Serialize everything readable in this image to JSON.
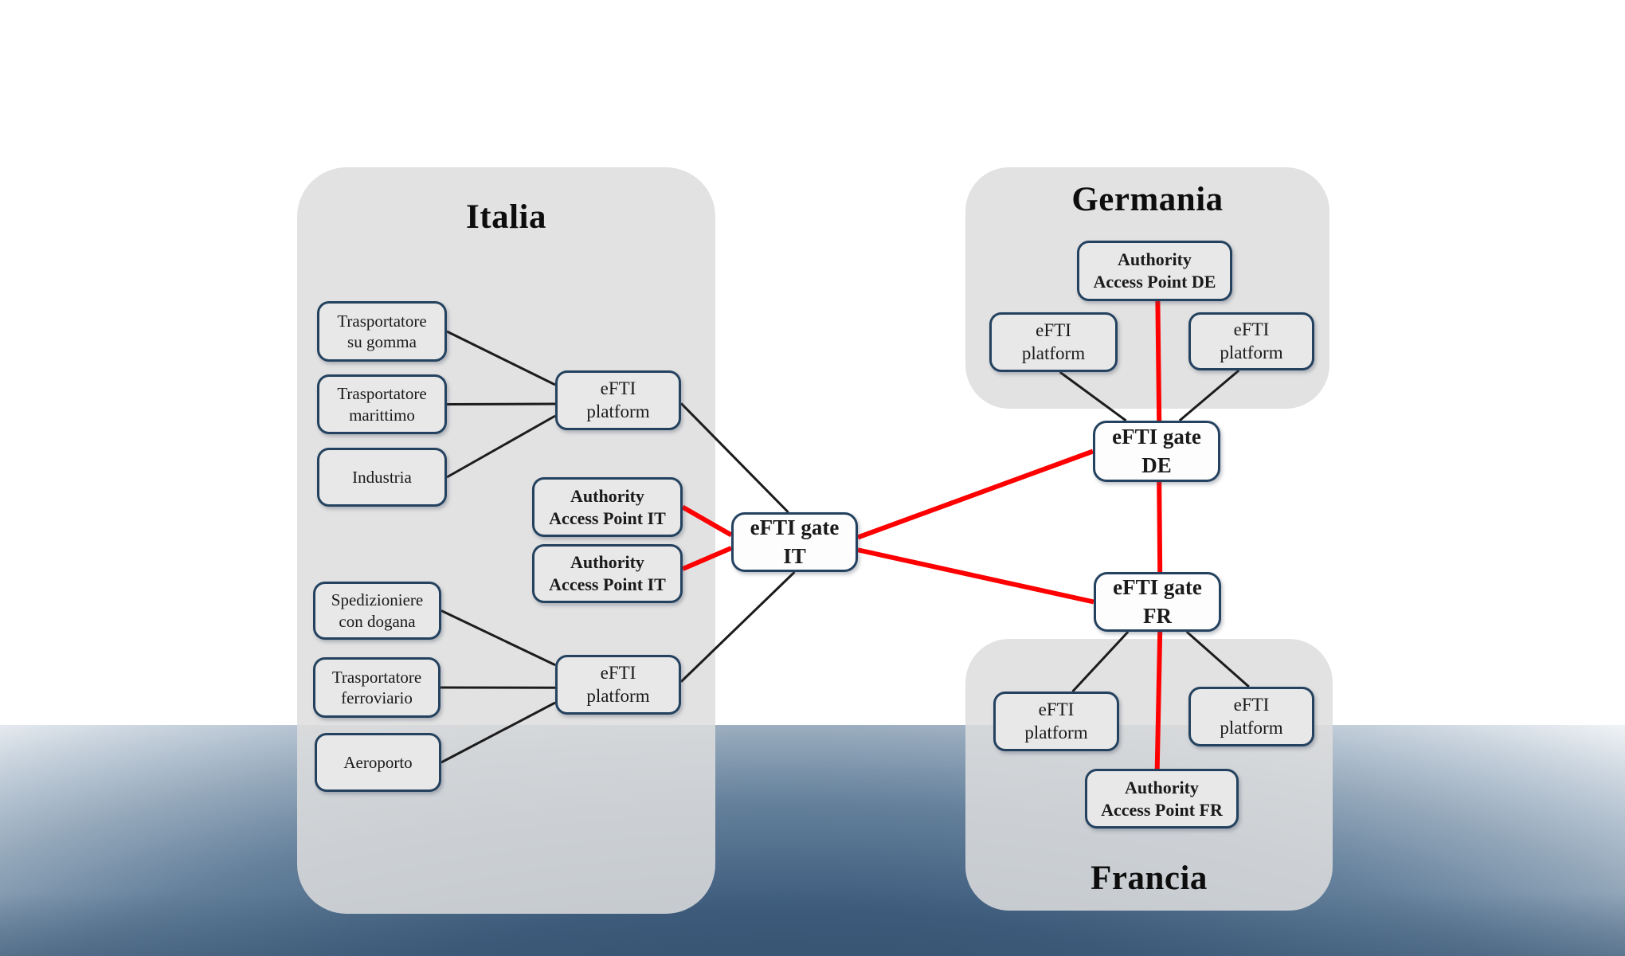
{
  "diagram": {
    "regions": {
      "italia": {
        "title": "Italia"
      },
      "germania": {
        "title": "Germania"
      },
      "francia": {
        "title": "Francia"
      }
    },
    "nodes": {
      "t_gomma": {
        "label": "Trasportatore\nsu gomma"
      },
      "t_marittimo": {
        "label": "Trasportatore\nmarittimo"
      },
      "industria": {
        "label": "Industria"
      },
      "spedizioniere": {
        "label": "Spedizioniere\ncon dogana"
      },
      "t_ferroviario": {
        "label": "Trasportatore\nferroviario"
      },
      "aeroporto": {
        "label": "Aeroporto"
      },
      "platform_it_1": {
        "label": "eFTI\nplatform"
      },
      "platform_it_2": {
        "label": "eFTI\nplatform"
      },
      "aap_it_1": {
        "label": "Authority\nAccess Point IT"
      },
      "aap_it_2": {
        "label": "Authority\nAccess Point IT"
      },
      "gate_it": {
        "label": "eFTI gate\nIT"
      },
      "aap_de": {
        "label": "Authority\nAccess Point DE"
      },
      "platform_de_1": {
        "label": "eFTI\nplatform"
      },
      "platform_de_2": {
        "label": "eFTI\nplatform"
      },
      "gate_de": {
        "label": "eFTI gate\nDE"
      },
      "gate_fr": {
        "label": "eFTI gate\nFR"
      },
      "platform_fr_1": {
        "label": "eFTI\nplatform"
      },
      "platform_fr_2": {
        "label": "eFTI\nplatform"
      },
      "aap_fr": {
        "label": "Authority\nAccess Point FR"
      }
    },
    "edges": [
      {
        "from": "t_gomma",
        "fs": "right",
        "ft": 0.5,
        "to": "platform_it_1",
        "ts": "left",
        "tt": 0.24,
        "color": "edge_black",
        "w": 3
      },
      {
        "from": "t_marittimo",
        "fs": "right",
        "ft": 0.5,
        "to": "platform_it_1",
        "ts": "left",
        "tt": 0.56,
        "color": "edge_black",
        "w": 3
      },
      {
        "from": "industria",
        "fs": "right",
        "ft": 0.5,
        "to": "platform_it_1",
        "ts": "left",
        "tt": 0.76,
        "color": "edge_black",
        "w": 3
      },
      {
        "from": "spedizioniere",
        "fs": "right",
        "ft": 0.5,
        "to": "platform_it_2",
        "ts": "left",
        "tt": 0.17,
        "color": "edge_black",
        "w": 3
      },
      {
        "from": "t_ferroviario",
        "fs": "right",
        "ft": 0.5,
        "to": "platform_it_2",
        "ts": "left",
        "tt": 0.55,
        "color": "edge_black",
        "w": 3
      },
      {
        "from": "aeroporto",
        "fs": "right",
        "ft": 0.5,
        "to": "platform_it_2",
        "ts": "left",
        "tt": 0.8,
        "color": "edge_black",
        "w": 3
      },
      {
        "from": "platform_it_1",
        "fs": "right",
        "ft": 0.55,
        "to": "gate_it",
        "ts": "top",
        "tt": 0.45,
        "color": "edge_black",
        "w": 3
      },
      {
        "from": "gate_it",
        "fs": "bottom",
        "ft": 0.5,
        "to": "platform_it_2",
        "ts": "right",
        "tt": 0.45,
        "color": "edge_black",
        "w": 3
      },
      {
        "from": "platform_de_1",
        "fs": "bottom",
        "ft": 0.55,
        "to": "gate_de",
        "ts": "top",
        "tt": 0.26,
        "color": "edge_black",
        "w": 3
      },
      {
        "from": "platform_de_2",
        "fs": "bottom",
        "ft": 0.4,
        "to": "gate_de",
        "ts": "top",
        "tt": 0.68,
        "color": "edge_black",
        "w": 3
      },
      {
        "from": "gate_fr",
        "fs": "bottom",
        "ft": 0.27,
        "to": "platform_fr_1",
        "ts": "top",
        "tt": 0.63,
        "color": "edge_black",
        "w": 3
      },
      {
        "from": "gate_fr",
        "fs": "bottom",
        "ft": 0.73,
        "to": "platform_fr_2",
        "ts": "top",
        "tt": 0.48,
        "color": "edge_black",
        "w": 3
      },
      {
        "from": "aap_it_1",
        "fs": "right",
        "ft": 0.5,
        "to": "gate_it",
        "ts": "left",
        "tt": 0.38,
        "color": "edge_red",
        "w": 6
      },
      {
        "from": "aap_it_2",
        "fs": "right",
        "ft": 0.42,
        "to": "gate_it",
        "ts": "left",
        "tt": 0.6,
        "color": "edge_red",
        "w": 6
      },
      {
        "from": "gate_it",
        "fs": "right",
        "ft": 0.42,
        "to": "gate_de",
        "ts": "left",
        "tt": 0.5,
        "color": "edge_red",
        "w": 6
      },
      {
        "from": "gate_it",
        "fs": "right",
        "ft": 0.63,
        "to": "gate_fr",
        "ts": "left",
        "tt": 0.5,
        "color": "edge_red",
        "w": 6
      },
      {
        "from": "aap_de",
        "fs": "bottom",
        "ft": 0.52,
        "to": "gate_de",
        "ts": "top",
        "tt": 0.52,
        "color": "edge_red",
        "w": 6
      },
      {
        "from": "gate_de",
        "fs": "bottom",
        "ft": 0.52,
        "to": "gate_fr",
        "ts": "top",
        "tt": 0.52,
        "color": "edge_red",
        "w": 6
      },
      {
        "from": "gate_fr",
        "fs": "bottom",
        "ft": 0.52,
        "to": "aap_fr",
        "ts": "top",
        "tt": 0.47,
        "color": "edge_red",
        "w": 6
      }
    ]
  },
  "colors": {
    "node_border": "#24425F",
    "node_fill": "#E8E8E8",
    "gate_fill": "#FDFDFD",
    "region_fill": "#E2E2E2",
    "edge_black": "#1C1C1C",
    "edge_red": "#FE0000",
    "text": "#1A1A1A",
    "horizon_dark": "#2B4767"
  }
}
